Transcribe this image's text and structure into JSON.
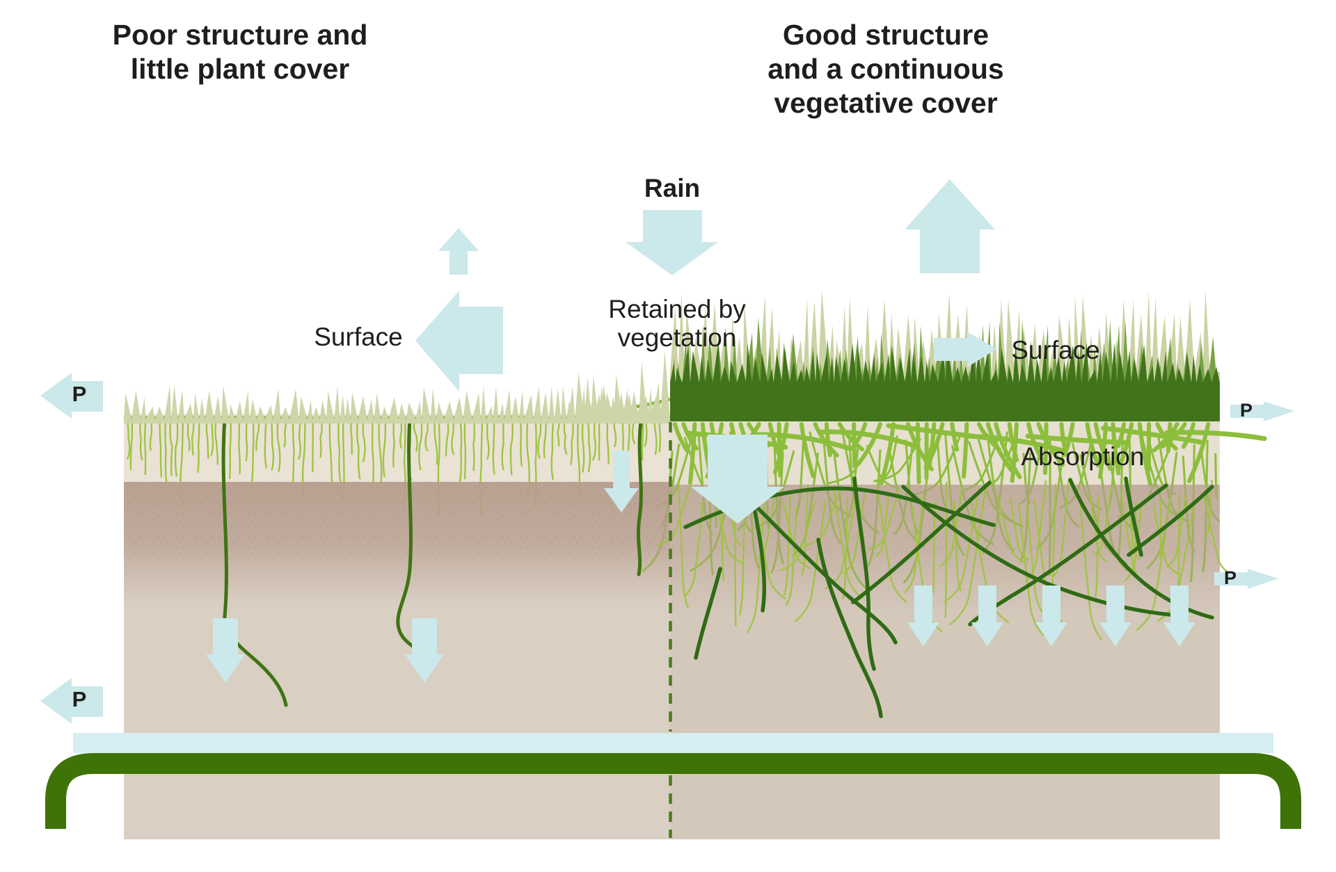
{
  "titles": {
    "left": "Poor structure and\nlittle plant cover",
    "right": "Good structure\nand a continuous\nvegetative cover"
  },
  "labels": {
    "rain": "Rain",
    "retained": "Retained by\nvegetation",
    "surface_left": "Surface",
    "surface_right": "Surface",
    "absorption": "Absorption"
  },
  "p_markers": {
    "top_left": "P",
    "bottom_left": "P",
    "top_right": "P",
    "bottom_right": "P"
  },
  "palette": {
    "arrow_blue": "#cbe8ea",
    "water_blue": "#d6eef1",
    "pipe_green": "#3e7307",
    "grass_pale": "#cbd2a3",
    "grass_pale_left": "#ced5a8",
    "grass_mid": "#76a144",
    "grass_dark": "#41731b",
    "root_fine": "#9cc33e",
    "root_mat": "#8cbe3c",
    "root_line": "#84b232",
    "root_dark": "#2f6b15",
    "taproot": "#3f7313",
    "soil_top_left": "#eae2d4",
    "soil_top_right": "#e7dfd0",
    "soil_lower_left": "#d9cfc3",
    "soil_lower_right": "#d4c8bb",
    "soil_band": "#b79d8d",
    "divide_green": "#4c7b1d",
    "text_dark": "#1e1e1c"
  },
  "arrow_icons": [
    "rain-down-arrow-icon",
    "evaporation-up-arrow-left-icon",
    "surface-runoff-left-arrow-icon",
    "p-runoff-top-left-arrow-icon",
    "p-leaching-bottom-left-arrow-icon",
    "infiltration-left-down-arrow-a-icon",
    "infiltration-left-down-arrow-b-icon",
    "infiltration-divide-down-arrow-icon",
    "absorption-big-down-arrow-icon",
    "evapotranspiration-up-arrow-right-icon",
    "surface-flow-right-arrow-icon",
    "p-flow-top-right-arrow-icon",
    "p-flow-bottom-right-arrow-icon",
    "drainage-down-arrow-1-icon",
    "drainage-down-arrow-2-icon",
    "drainage-down-arrow-3-icon",
    "drainage-down-arrow-4-icon",
    "drainage-down-arrow-5-icon"
  ]
}
